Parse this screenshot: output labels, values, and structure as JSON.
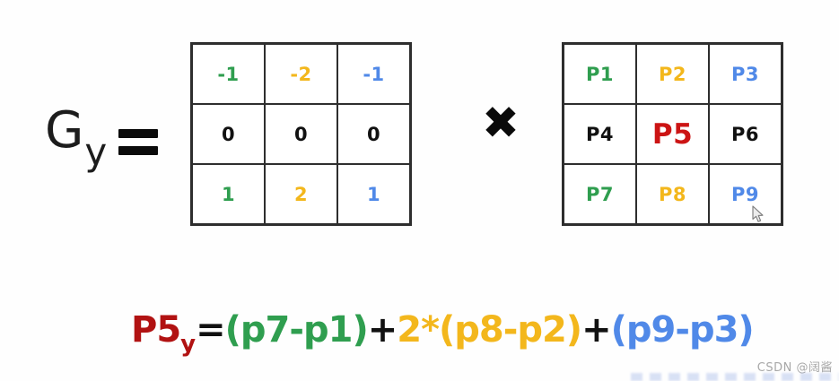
{
  "palette": {
    "green": "#2f9e4f",
    "orange": "#f3b71c",
    "blue": "#5089e8",
    "red_bright": "#cc1414",
    "red_dark": "#b11212",
    "black": "#111111",
    "grid_line": "#2e2e2e",
    "watermark_gray": "#a8a8a8"
  },
  "gy_label": {
    "base": "G",
    "subscript": "y"
  },
  "operator_equals": "=",
  "operator_times": "✖",
  "kernel_grid": {
    "cells": [
      {
        "text": "-1",
        "color": "green"
      },
      {
        "text": "-2",
        "color": "orange"
      },
      {
        "text": "-1",
        "color": "blue"
      },
      {
        "text": "0",
        "color": "black"
      },
      {
        "text": "0",
        "color": "black"
      },
      {
        "text": "0",
        "color": "black"
      },
      {
        "text": "1",
        "color": "green"
      },
      {
        "text": "2",
        "color": "orange"
      },
      {
        "text": "1",
        "color": "blue"
      }
    ]
  },
  "pixel_grid": {
    "cells": [
      {
        "text": "P1",
        "color": "green"
      },
      {
        "text": "P2",
        "color": "orange"
      },
      {
        "text": "P3",
        "color": "blue"
      },
      {
        "text": "P4",
        "color": "black"
      },
      {
        "text": "P5",
        "color": "red_bright"
      },
      {
        "text": "P6",
        "color": "black"
      },
      {
        "text": "P7",
        "color": "green"
      },
      {
        "text": "P8",
        "color": "orange"
      },
      {
        "text": "P9",
        "color": "blue"
      }
    ]
  },
  "formula": {
    "lhs": "P5",
    "lhs_sub": "y",
    "equals": "=",
    "term_green": "(p7-p1)",
    "plus_1": "+",
    "term_orange": "2*(p8-p2)",
    "plus_2": "+",
    "term_blue": "(p9-p3)"
  },
  "watermark": "CSDN @阔酱"
}
